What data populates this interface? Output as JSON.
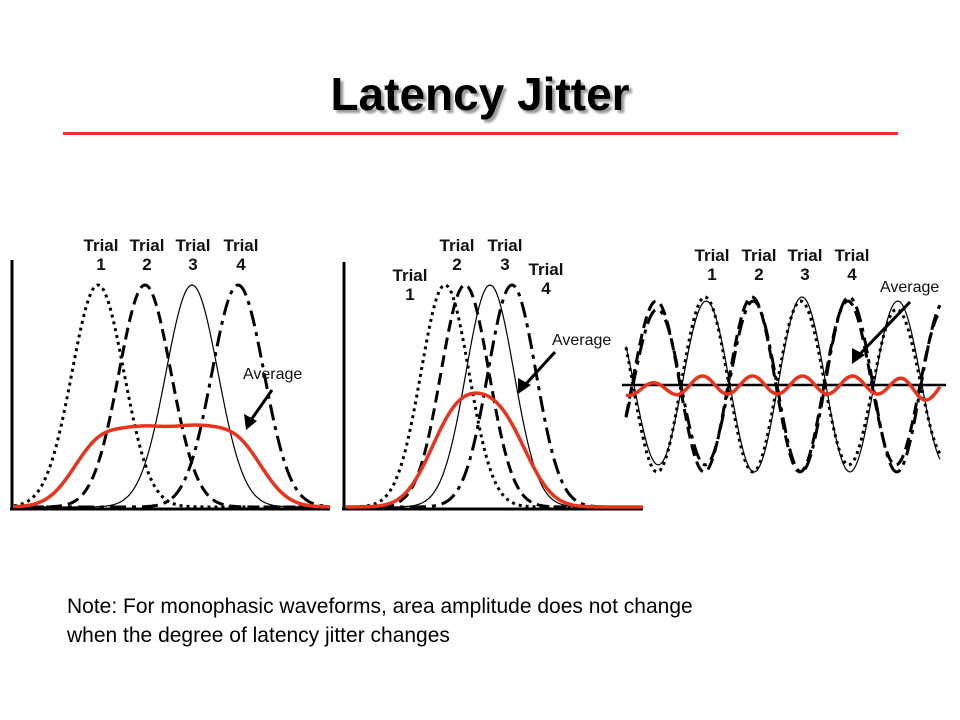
{
  "title": "Latency Jitter",
  "note_line1": "Note: For monophasic waveforms, area amplitude does not change",
  "note_line2": "when the degree of latency jitter changes",
  "panels": [
    {
      "trial_labels": [
        [
          "Trial",
          "1"
        ],
        [
          "Trial",
          "2"
        ],
        [
          "Trial",
          "3"
        ],
        [
          "Trial",
          "4"
        ]
      ],
      "average_label": "Average"
    },
    {
      "trial_labels": [
        [
          "Trial",
          "1"
        ],
        [
          "Trial",
          "2"
        ],
        [
          "Trial",
          "3"
        ],
        [
          "Trial",
          "4"
        ]
      ],
      "average_label": "Average"
    },
    {
      "trial_labels": [
        [
          "Trial",
          "1"
        ],
        [
          "Trial",
          "2"
        ],
        [
          "Trial",
          "3"
        ],
        [
          "Trial",
          "4"
        ]
      ],
      "average_label": "Average"
    }
  ],
  "colors": {
    "average": "#e8341c",
    "title_rule": "#e8302a",
    "trace": "#000000"
  }
}
